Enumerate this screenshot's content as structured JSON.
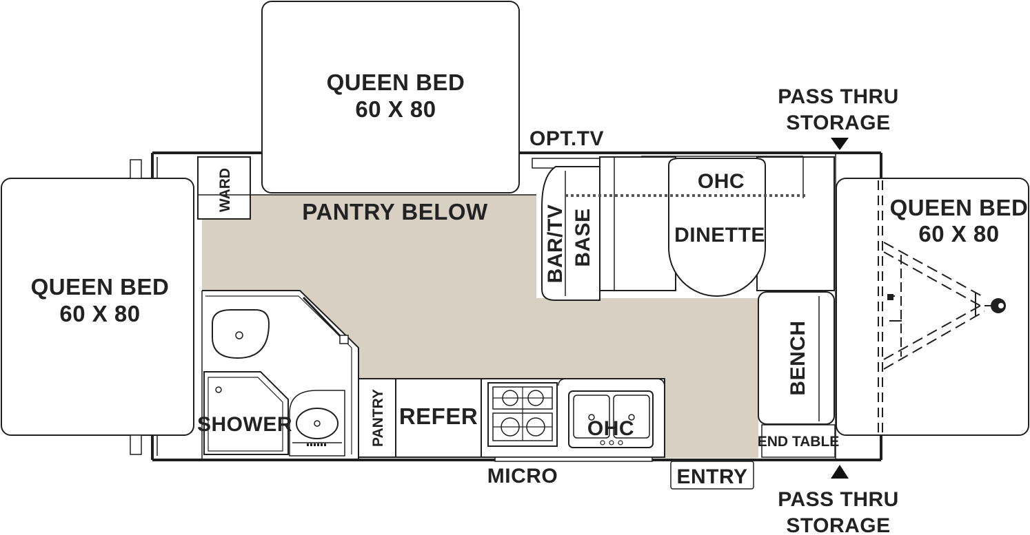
{
  "colors": {
    "floor": "#d8d0c2",
    "line": "#1f1f1f",
    "panel": "#ffffff",
    "text": "#222222"
  },
  "labels": {
    "top_bed_line1": "QUEEN BED",
    "top_bed_line2": "60 X 80",
    "left_bed_line1": "QUEEN BED",
    "left_bed_line2": "60 X 80",
    "right_bed_line1": "QUEEN BED",
    "right_bed_line2": "60 X 80",
    "opt_tv": "OPT.TV",
    "pass_thru_top_line1": "PASS THRU",
    "pass_thru_top_line2": "STORAGE",
    "pass_thru_bottom_line1": "PASS THRU",
    "pass_thru_bottom_line2": "STORAGE",
    "ward": "WARD",
    "pantry_below": "PANTRY BELOW",
    "bar_tv_line1": "BAR/TV",
    "bar_tv_line2": "BASE",
    "ohc_dinette": "OHC",
    "dinette": "DINETTE",
    "bench": "BENCH",
    "end_table": "END TABLE",
    "shower": "SHOWER",
    "pantry": "PANTRY",
    "refer": "REFER",
    "ohc_kitchen": "OHC",
    "micro": "MICRO",
    "entry": "ENTRY"
  }
}
